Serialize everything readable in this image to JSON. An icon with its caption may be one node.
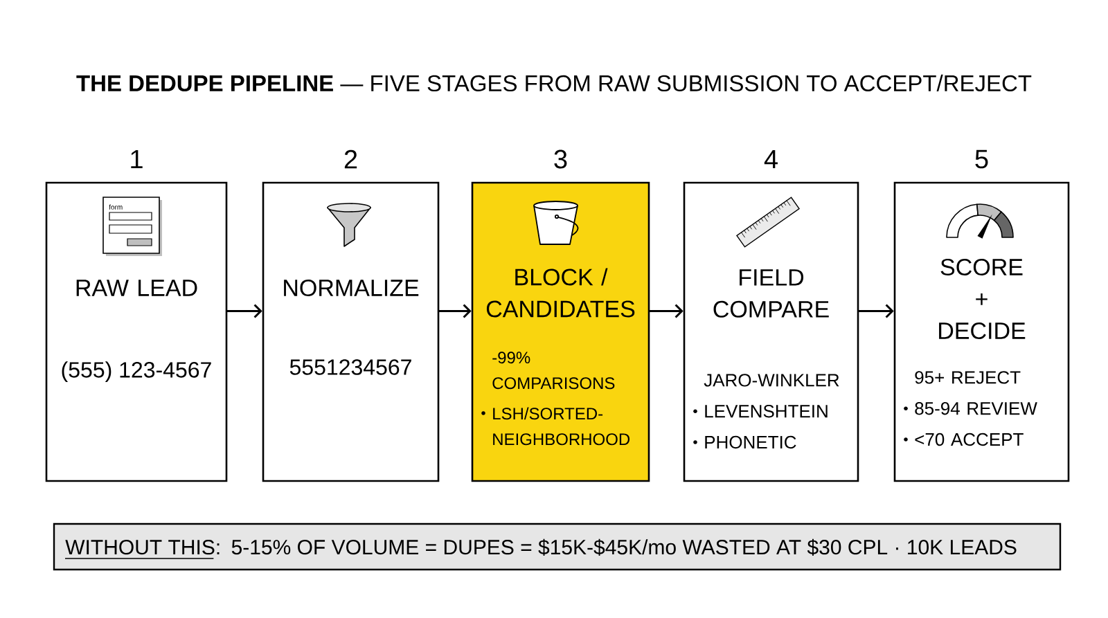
{
  "diagram": {
    "title": "**THE DEDUPE PIPELINE** — FIVE STAGES FROM RAW SUBMISSION TO ACCEPT/REJECT",
    "nodes": [
      {
        "text": [
          "1",
          "RAW LEAD",
          "(555) 123-4567"
        ]
      },
      {
        "text": [
          "2",
          "NORMALIZE",
          "5551234567"
        ]
      },
      {
        "text": [
          "3",
          "BLOCK / CANDIDATES",
          "-99% COMPARISONS",
          "LSH/SORTED-NEIGHBORHOOD"
        ]
      },
      {
        "text": [
          "4",
          "FIELD COMPARE",
          "JARO-WINKLER",
          "LEVENSHTEIN",
          "PHONETIC"
        ]
      },
      {
        "text": [
          "5",
          "SCORE + DECIDE",
          "95+ REJECT",
          "85-94 REVIEW",
          "<70 ACCEPT"
        ]
      },
      {
        "text": [
          "WITHOUT THIS:",
          "5-15% OF VOLUME = DUPES = $15K-$45K/mo WASTED AT $30 CPL · 10K LEADS"
        ]
      }
    ],
    "edges": [
      {
        "from": 0,
        "to": 1,
        "arrow": "to"
      },
      {
        "from": 1,
        "to": 2,
        "arrow": "to"
      },
      {
        "from": 2,
        "to": 3,
        "arrow": "to"
      },
      {
        "from": 3,
        "to": 4,
        "arrow": "to"
      }
    ],
    "labels": [
      "form"
    ]
  }
}
